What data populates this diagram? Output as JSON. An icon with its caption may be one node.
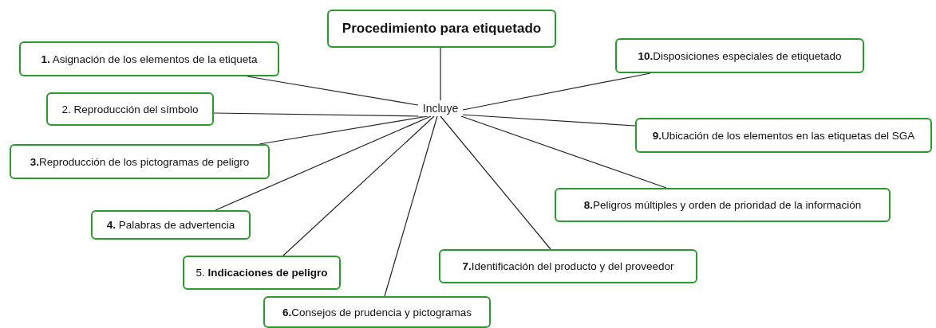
{
  "diagram": {
    "nodes": [
      {
        "text": [
          "Procedimiento para etiquetado"
        ]
      },
      {
        "text": [
          "Incluye"
        ]
      },
      {
        "text": [
          "**1.** Asignación de los elementos de la etiqueta"
        ]
      },
      {
        "text": [
          "2. Reproducción del símbolo"
        ]
      },
      {
        "text": [
          "**3.**Reproducción de los pictogramas de peligro"
        ]
      },
      {
        "text": [
          "**4.** Palabras de advertencia"
        ]
      },
      {
        "text": [
          "5. **Indicaciones de peligro**"
        ]
      },
      {
        "text": [
          "**6.**Consejos de prudencia y pictogramas"
        ]
      },
      {
        "text": [
          "**7.**Identificación del producto y del proveedor"
        ]
      },
      {
        "text": [
          "**8.**Peligros múltiples y orden de prioridad de la información"
        ]
      },
      {
        "text": [
          "**9.**Ubicación de los elementos en las etiquetas del SGA"
        ]
      },
      {
        "text": [
          "**10.**Disposiciones especiales de etiquetado"
        ]
      }
    ],
    "edges": [
      {
        "from": 0,
        "to": 1,
        "arrow": "none"
      },
      {
        "from": 1,
        "to": 2,
        "arrow": "none"
      },
      {
        "from": 1,
        "to": 3,
        "arrow": "none"
      },
      {
        "from": 1,
        "to": 4,
        "arrow": "none"
      },
      {
        "from": 1,
        "to": 5,
        "arrow": "none"
      },
      {
        "from": 1,
        "to": 6,
        "arrow": "none"
      },
      {
        "from": 1,
        "to": 7,
        "arrow": "none"
      },
      {
        "from": 1,
        "to": 8,
        "arrow": "none"
      },
      {
        "from": 1,
        "to": 9,
        "arrow": "none"
      },
      {
        "from": 1,
        "to": 10,
        "arrow": "none"
      },
      {
        "from": 1,
        "to": 11,
        "arrow": "none"
      }
    ]
  }
}
